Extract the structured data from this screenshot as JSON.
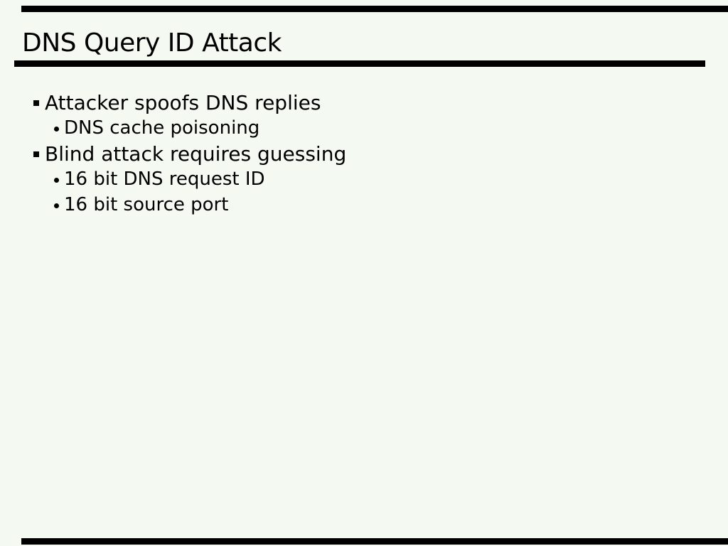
{
  "slide": {
    "title": "DNS Query ID Attack",
    "bullets": [
      {
        "level": 1,
        "marker": "square-bullet-icon",
        "text": "Attacker spoofs DNS replies"
      },
      {
        "level": 2,
        "marker": "circle-bullet-icon",
        "text": "DNS cache poisoning"
      },
      {
        "level": 1,
        "marker": "square-bullet-icon",
        "text": "Blind attack requires guessing"
      },
      {
        "level": 2,
        "marker": "circle-bullet-icon",
        "text": "16 bit DNS request ID"
      },
      {
        "level": 2,
        "marker": "circle-bullet-icon",
        "text": "16 bit source port"
      }
    ],
    "colors": {
      "background": "#f4f9f2",
      "text": "#000000",
      "bars": "#000000"
    }
  }
}
